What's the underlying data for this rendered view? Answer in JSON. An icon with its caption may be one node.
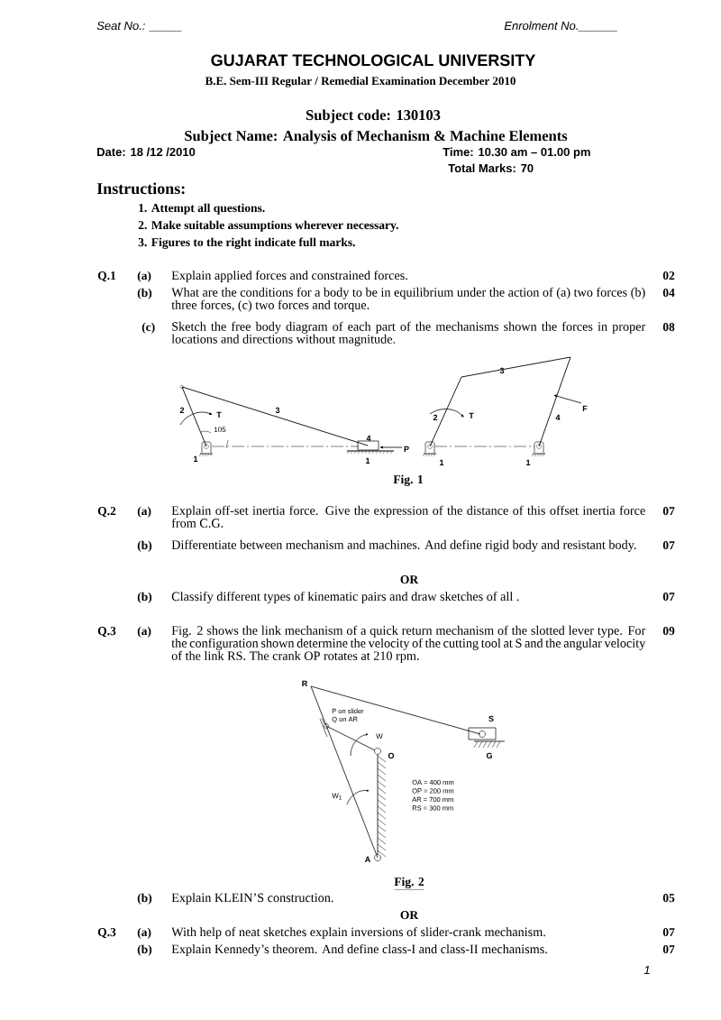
{
  "diagram": {
    "title": "GUJARAT TECHNOLOGICAL  UNIVERSITY",
    "labels": [
      "Seat No.: _____",
      "Enrolment No.______",
      "B.E. Sem-III  Regular / Remedial Examination December 2010",
      "Subject code: 130103",
      "Subject Name: Analysis of Mechanism & Machine Elements",
      "Date:  18 /12 /2010",
      "Time: 10.30 am – 01.00 pm",
      "Total Marks: 70",
      "Instructions:",
      "1.  Attempt all questions.",
      "2.  Make suitable assumptions wherever necessary.",
      "3.  Figures to the right indicate full marks.",
      "Q.1",
      "(a)",
      "Explain applied forces and constrained forces.",
      "02",
      "(b)",
      "What are the conditions for a body to be in equilibrium under the action of (a) two forces (b) three forces, (c) two forces and torque.",
      "04",
      "(c)",
      "Sketch the free body diagram of each part of the mechanisms shown the forces in proper locations and directions without magnitude.",
      "08",
      "2",
      "T",
      "105",
      "3",
      "4",
      "P",
      "1",
      "1",
      "3",
      "2",
      "T",
      "F",
      "4",
      "1",
      "1",
      "Fig. 1",
      "Q.2",
      "(a)",
      "Explain off-set inertia force. Give the expression of the distance of this offset inertia force from C.G.",
      "07",
      "(b)",
      "Differentiate between mechanism and machines. And define rigid body and resistant body.",
      "07",
      "OR",
      "(b)",
      "Classify different types of kinematic pairs and draw sketches of all .",
      "07",
      "Q.3",
      "(a)",
      "Fig. 2 shows the link mechanism of a quick return mechanism of the slotted lever type. For the configuration shown determine the velocity of the cutting tool at S and the angular velocity of the link RS. The crank OP rotates at 210 rpm.",
      "09",
      "R",
      "P on slider",
      "Q on AR",
      "S",
      "W",
      "O",
      "G",
      "OA = 400 mm",
      "OP = 200 mm",
      "AR = 700 mm",
      "RS = 300 mm",
      "W$_{1}$",
      "A",
      "Fig. 2",
      "(b)",
      "Explain KLEIN’S construction.",
      "05",
      "OR",
      "Q.3",
      "(a)",
      "With help of neat sketches explain inversions of slider-crank mechanism.",
      "07",
      "(b)",
      "Explain Kennedy’s theorem. And define class-I and class-II mechanisms.",
      "07",
      "1"
    ]
  }
}
